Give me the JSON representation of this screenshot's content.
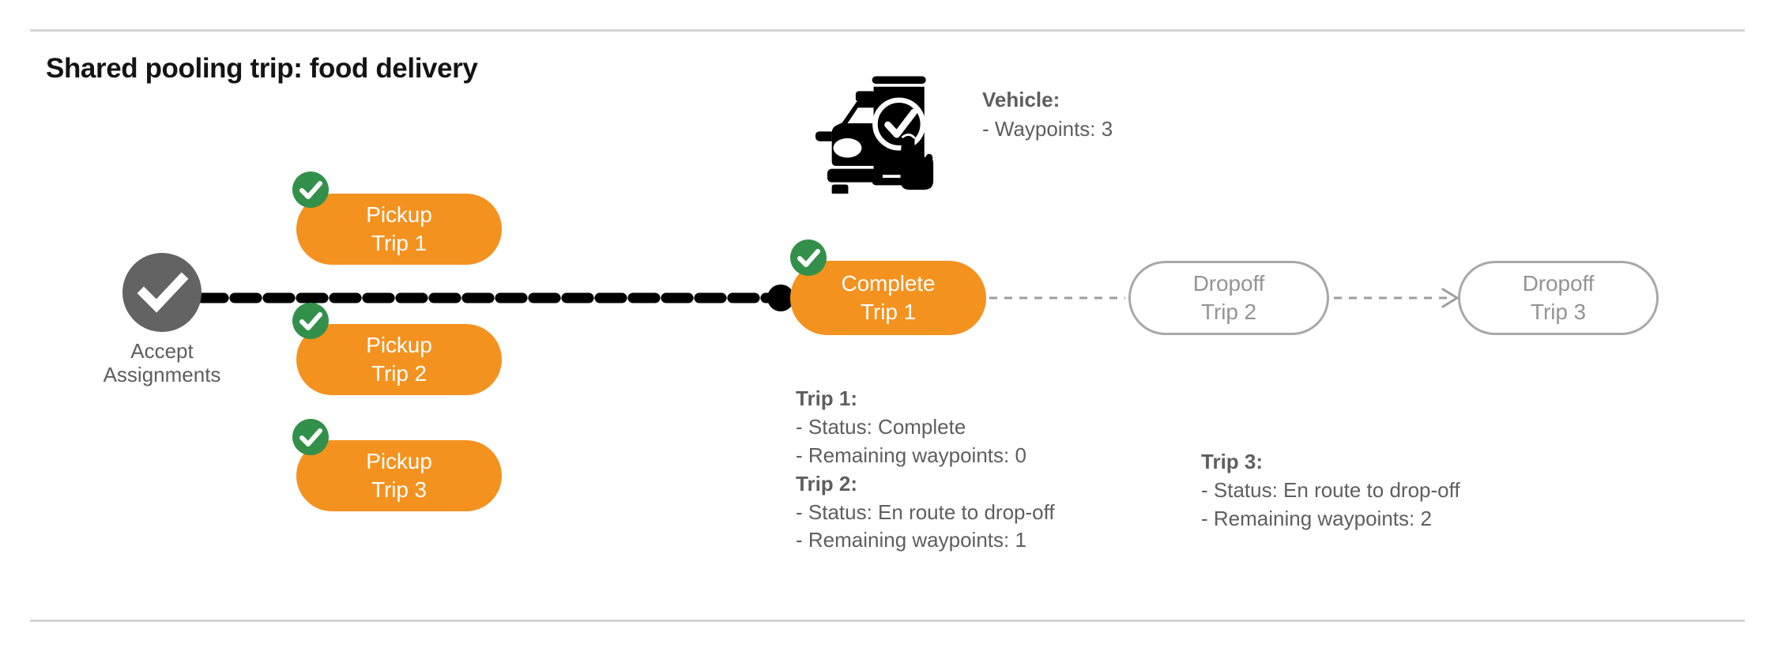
{
  "page": {
    "title": "Shared pooling trip: food delivery",
    "background": "#ffffff",
    "divider_color": "#d4d4d4"
  },
  "colors": {
    "pill_orange": "#f4921f",
    "badge_green": "#33904a",
    "accept_gray": "#636363",
    "ghost_border": "#a8a8a8",
    "ghost_text": "#949494",
    "body_text": "#5e5e5e",
    "connector_black": "#000000",
    "connector_gray": "#9e9e9e"
  },
  "flow": {
    "start_node": {
      "icon": "check-circle-icon",
      "label_line1": "Accept",
      "label_line2": "Assignments"
    },
    "pickups": [
      {
        "line1": "Pickup",
        "line2": "Trip 1",
        "badge": "check-badge-icon",
        "state": "done"
      },
      {
        "line1": "Pickup",
        "line2": "Trip 2",
        "badge": "check-badge-icon",
        "state": "done"
      },
      {
        "line1": "Pickup",
        "line2": "Trip 3",
        "badge": "check-badge-icon",
        "state": "done"
      }
    ],
    "complete_node": {
      "line1": "Complete",
      "line2": "Trip 1",
      "badge": "check-badge-icon",
      "state": "done"
    },
    "dropoffs": [
      {
        "line1": "Dropoff",
        "line2": "Trip 2",
        "state": "pending"
      },
      {
        "line1": "Dropoff",
        "line2": "Trip 3",
        "state": "pending"
      }
    ]
  },
  "vehicle": {
    "icon": "car-phone-check-icon",
    "heading": "Vehicle",
    "heading_suffix": ":",
    "waypoints_line": "- Waypoints: 3",
    "waypoints": 3
  },
  "trip_info_left": {
    "trip1": {
      "heading": "Trip 1",
      "heading_suffix": ":",
      "status_line": "- Status:  Complete",
      "waypoints_line": "- Remaining waypoints: 0",
      "status": "Complete",
      "remaining_waypoints": 0
    },
    "trip2": {
      "heading": "Trip 2",
      "heading_suffix": ":",
      "status_line": "- Status:  En route to drop-off",
      "waypoints_line": "- Remaining waypoints: 1",
      "status": "En route to drop-off",
      "remaining_waypoints": 1
    }
  },
  "trip_info_right": {
    "trip3": {
      "heading": "Trip 3",
      "heading_suffix": ":",
      "status_line": "- Status:  En route to drop-off",
      "waypoints_line": "- Remaining waypoints: 2",
      "status": "En route to drop-off",
      "remaining_waypoints": 2
    }
  }
}
